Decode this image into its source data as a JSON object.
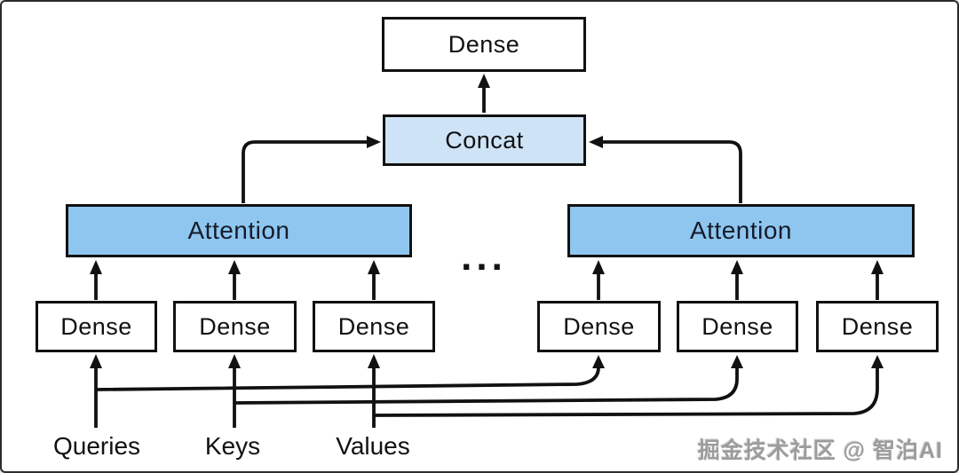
{
  "colors": {
    "background": "#ffffff",
    "frame_border": "#2b2b2b",
    "box_border": "#111111",
    "line": "#111111",
    "attention_fill": "#8fc6f0",
    "concat_fill": "#cfe3f7",
    "dense_fill": "#ffffff",
    "attention_text": "#141c2b",
    "text": "#111111",
    "watermark_text": "#9c9c9c"
  },
  "nodes": {
    "output_dense": "Dense",
    "concat": "Concat",
    "attention_left": "Attention",
    "attention_right": "Attention",
    "ellipsis": "...",
    "dense_heads": [
      "Dense",
      "Dense",
      "Dense",
      "Dense",
      "Dense",
      "Dense"
    ]
  },
  "inputs": {
    "queries": "Queries",
    "keys": "Keys",
    "values": "Values"
  },
  "watermark": "掘金技术社区 @ 智泊AI"
}
